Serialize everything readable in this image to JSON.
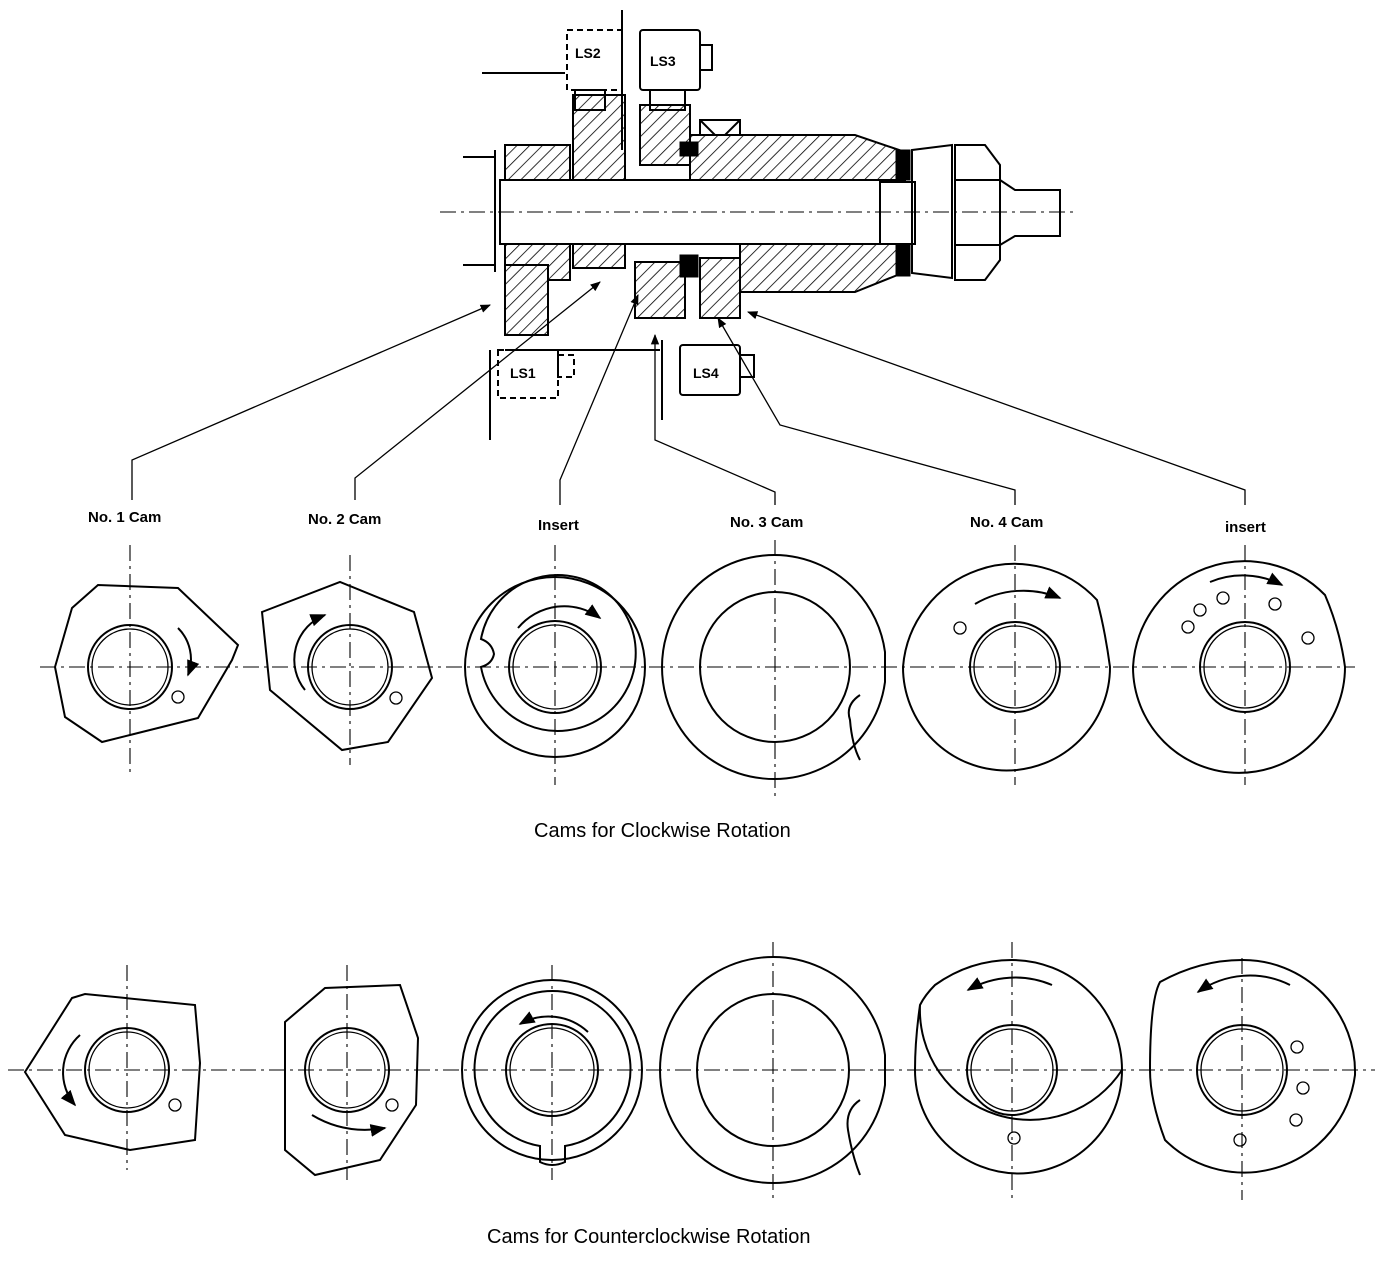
{
  "switches": {
    "ls1": "LS1",
    "ls2": "LS2",
    "ls3": "LS3",
    "ls4": "LS4"
  },
  "labels": {
    "cam1": "No.  1 Cam",
    "cam2": "No.  2 Cam",
    "insert1": "Insert",
    "cam3": "No.  3 Cam",
    "cam4": "No.  4 Cam",
    "insert2": "insert"
  },
  "captions": {
    "clockwise": "Cams for Clockwise Rotation",
    "counterclockwise": "Cams for Counterclockwise Rotation"
  }
}
